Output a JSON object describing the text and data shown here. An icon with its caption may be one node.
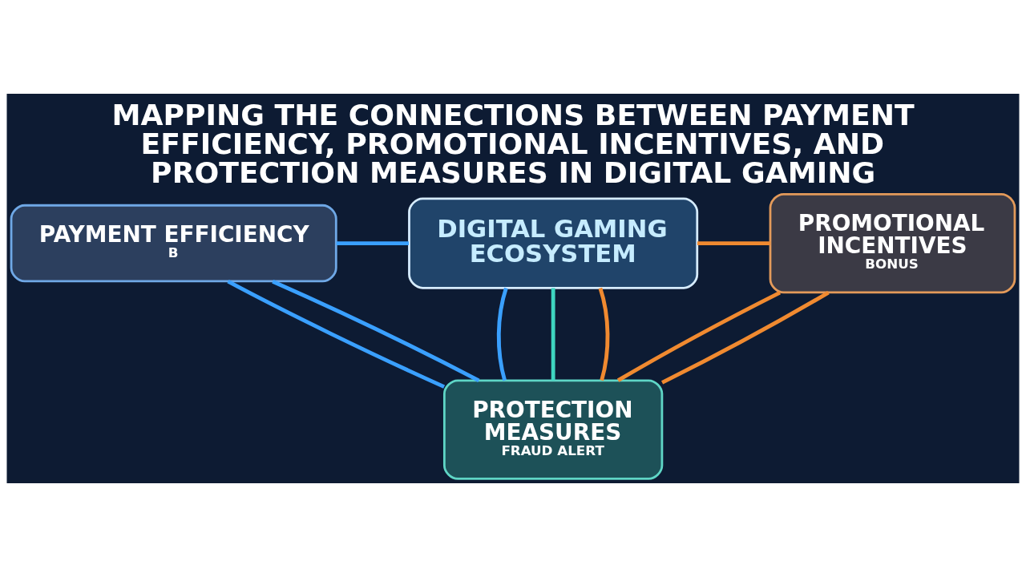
{
  "diagram": {
    "title": "MAPPING THE CONNECTIONS BETWEEN PAYMENT EFFICIENCY, PROMOTIONAL INCENTIVES, AND PROTECTION MEASURES IN DIGITAL GAMING",
    "nodes": [
      {
        "text": [
          "PAYMENT EFFICIENCY",
          "B"
        ]
      },
      {
        "text": [
          "DIGITAL GAMING ECOSYSTEM"
        ]
      },
      {
        "text": [
          "PROMOTIONAL INCENTIVES",
          "BONUS"
        ]
      },
      {
        "text": [
          "PROTECTION MEASURES",
          "FRAUD ALERT"
        ]
      }
    ],
    "edges": [
      {
        "from": 0,
        "to": 1,
        "arrow": "none",
        "color": "#3aa0ff"
      },
      {
        "from": 1,
        "to": 2,
        "arrow": "none",
        "color": "#f08a30"
      },
      {
        "from": 1,
        "to": 3,
        "arrow": "none",
        "color": "#3aa0ff"
      },
      {
        "from": 1,
        "to": 3,
        "arrow": "none",
        "color": "#3ed6c0"
      },
      {
        "from": 1,
        "to": 3,
        "arrow": "none",
        "color": "#f08a30"
      },
      {
        "from": 0,
        "to": 3,
        "arrow": "none",
        "color": "#3aa0ff"
      },
      {
        "from": 0,
        "to": 3,
        "arrow": "none",
        "color": "#3aa0ff"
      },
      {
        "from": 2,
        "to": 3,
        "arrow": "none",
        "color": "#f08a30"
      },
      {
        "from": 2,
        "to": 3,
        "arrow": "none",
        "color": "#f08a30"
      }
    ]
  }
}
